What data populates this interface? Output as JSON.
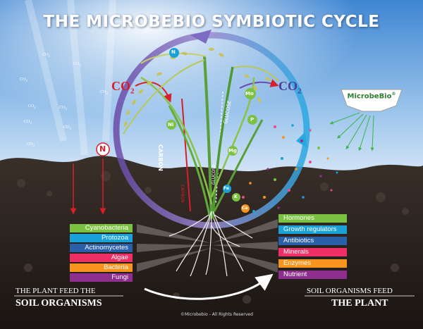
{
  "title": "THE MICROBEBIO SYMBIOTIC CYCLE",
  "atmosphere": {
    "co2_big_left": "CO",
    "co2_big_right": "CO",
    "co2_sub": "2",
    "co2_small": "CO"
  },
  "cycle_labels": {
    "carbon": "CARBON",
    "glucose_upper": "GLUCOSE",
    "glucose_lower": "GLUCOSE",
    "carbon_lower": "CARBON"
  },
  "nutrient_nodes": {
    "n_top": "N",
    "n_left": "N",
    "ni": "Ni",
    "mo": "Mo",
    "p": "P",
    "mg": "Mg",
    "fe": "Fe",
    "k": "K",
    "ca": "Ca"
  },
  "logo": {
    "text": "MicrobeBio",
    "mark": "®"
  },
  "soil_organisms": [
    {
      "label": "Cyanobacteria",
      "color": "#7cc242"
    },
    {
      "label": "Protozoa",
      "color": "#1aa1d8"
    },
    {
      "label": "Actinomycetes",
      "color": "#2a5fa9"
    },
    {
      "label": "Algae",
      "color": "#ee2f66"
    },
    {
      "label": "Bacteria",
      "color": "#f7941d"
    },
    {
      "label": "Fungi",
      "color": "#8e2e8d"
    }
  ],
  "plant_outputs": [
    {
      "label": "Hormones",
      "color": "#7cc242"
    },
    {
      "label": "Growth regulators",
      "color": "#1aa1d8"
    },
    {
      "label": "Antibiotics",
      "color": "#2a5fa9"
    },
    {
      "label": "Minerals",
      "color": "#ee2f66"
    },
    {
      "label": "Enzymes",
      "color": "#f7941d"
    },
    {
      "label": "Nutrient",
      "color": "#8e2e8d"
    }
  ],
  "footer": {
    "left_line1": "THE PLANT FEED THE",
    "left_line2": "SOIL ORGANISMS",
    "right_line1": "SOIL ORGANISMS FEED",
    "right_line2": "THE PLANT",
    "copyright": "©Microbebio - All Rights Reserved"
  },
  "colors": {
    "sky_top": "#4a8fd6",
    "sky_bottom": "#e6f0fa",
    "soil": "#2b2420",
    "cycle_blue": "#29a8e0",
    "cycle_purple": "#6a4ba8",
    "arrow_red": "#d81e2a",
    "logo_green": "#2e7d32"
  }
}
